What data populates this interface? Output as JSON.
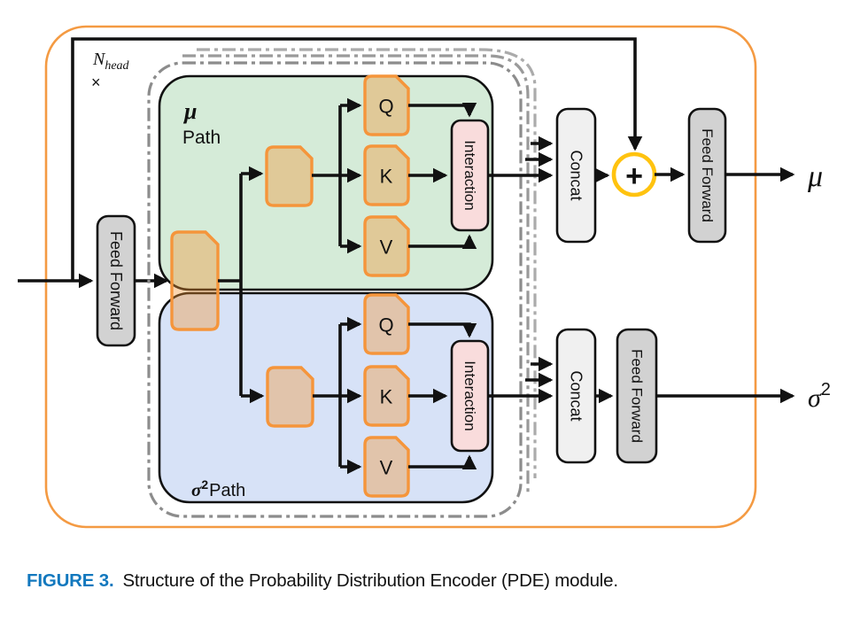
{
  "figure": {
    "repeat": {
      "base": "N",
      "sub": "head",
      "times": "×"
    },
    "blocks": {
      "feed_forward": "Feed Forward",
      "q": "Q",
      "k": "K",
      "v": "V",
      "interaction": "Interaction",
      "concat": "Concat",
      "plus": "+"
    },
    "paths": {
      "mu": {
        "symbol": "μ",
        "word": "Path"
      },
      "sigma": {
        "symbol": "σ",
        "sup": "2",
        "word": "Path"
      }
    },
    "outputs": {
      "mu": "μ",
      "sigma_base": "σ",
      "sigma_sup": "2"
    },
    "colors": {
      "outer_border": "#F49A42",
      "orange_block_border": "#F5953B",
      "orange_block_fill": "rgba(242,148,48,0.38)",
      "mu_path_bg": "#D5EBD8",
      "sigma_path_bg": "#D7E2F7",
      "interaction_bg": "#F9DCDC",
      "concat_bg": "#F0F0F0",
      "feed_forward_bg": "#D2D2D2",
      "dashed_border": "#8C8C8C",
      "plus_ring": "#FFC30F",
      "plus_sign": "#F0854B",
      "line": "#111111",
      "caption_label": "#1278BE"
    }
  },
  "caption": {
    "label": "FIGURE 3.",
    "text": "Structure of the Probability Distribution Encoder (PDE) module."
  }
}
